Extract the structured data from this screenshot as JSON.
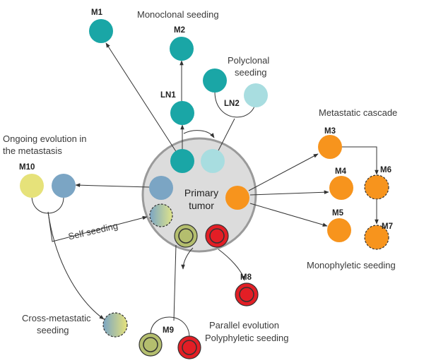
{
  "colors": {
    "teal": "#1aa6a6",
    "light_teal": "#a8dde0",
    "steel_blue": "#7ba5c4",
    "yellow": "#e6e27a",
    "orange": "#f7941d",
    "red": "#e31e25",
    "olive": "#b4be6e",
    "primary_fill": "#dcdcdc",
    "primary_stroke": "#9a9a9a"
  },
  "primary": {
    "line1": "Primary",
    "line2": "tumor"
  },
  "labels": {
    "m1": "M1",
    "m2": "M2",
    "ln1": "LN1",
    "ln2": "LN2",
    "m3": "M3",
    "m4": "M4",
    "m5": "M5",
    "m6": "M6",
    "m7": "M7",
    "m8": "M8",
    "m9": "M9",
    "m10": "M10"
  },
  "captions": {
    "monoclonal": "Monoclonal seeding",
    "polyclonal_1": "Polyclonal",
    "polyclonal_2": "seeding",
    "metastatic_cascade": "Metastatic cascade",
    "ongoing_1": "Ongoing evolution in",
    "ongoing_2": "the metastasis",
    "self_seeding": "Self seeding",
    "monophyletic": "Monophyletic seeding",
    "cross_1": "Cross-metastatic",
    "cross_2": "seeding",
    "parallel": "Parallel evolution",
    "polyphyletic": "Polyphyletic seeding"
  }
}
